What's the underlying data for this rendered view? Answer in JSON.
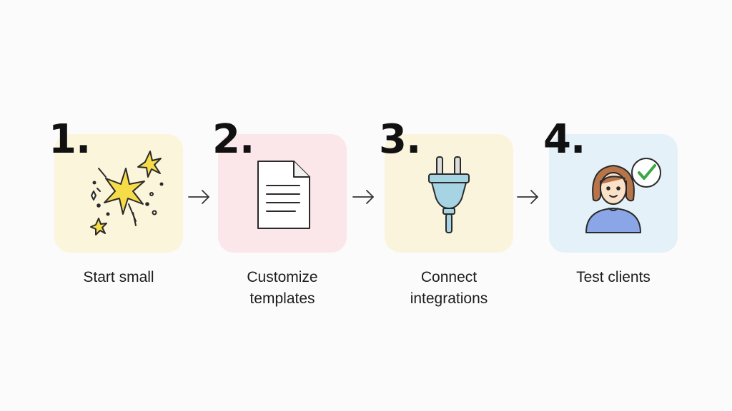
{
  "steps": [
    {
      "number": "1.",
      "label": "Start small",
      "icon": "sparkles-icon",
      "card_color": "#fbf5dc"
    },
    {
      "number": "2.",
      "label": "Customize templates",
      "icon": "document-icon",
      "card_color": "#fbe6ea"
    },
    {
      "number": "3.",
      "label": "Connect integrations",
      "icon": "plug-icon",
      "card_color": "#fbf4dd"
    },
    {
      "number": "4.",
      "label": "Test clients",
      "icon": "person-check-icon",
      "card_color": "#e4f1f9"
    }
  ],
  "colors": {
    "text": "#111111",
    "arrow": "#333333",
    "star": "#f7dc4a",
    "plug": "#a6d4e3",
    "check": "#3aa845",
    "shirt": "#8ba6e6",
    "hair": "#b8754a"
  }
}
